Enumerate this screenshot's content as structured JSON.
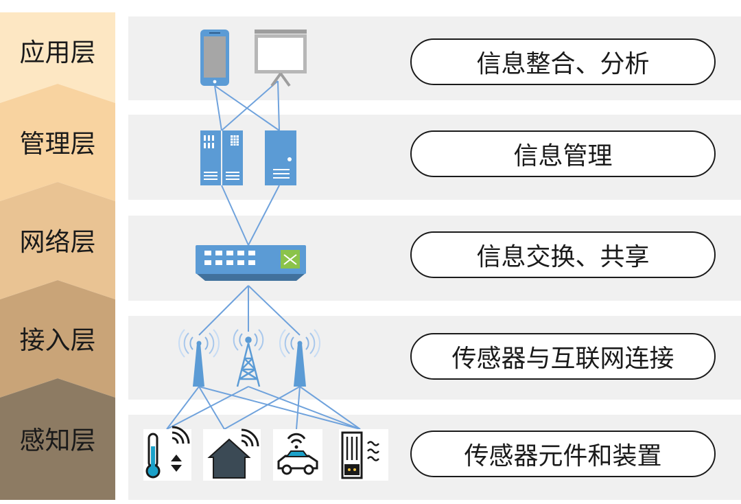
{
  "layers": [
    {
      "label": "应用层",
      "description": "信息整合、分析"
    },
    {
      "label": "管理层",
      "description": "信息管理"
    },
    {
      "label": "网络层",
      "description": "信息交换、共享"
    },
    {
      "label": "接入层",
      "description": "传感器与互联网连接"
    },
    {
      "label": "感知层",
      "description": "传感器元件和装置"
    }
  ],
  "colors": {
    "layer_fills": [
      "#fde7c3",
      "#f8d3a0",
      "#e9c393",
      "#c9a478",
      "#8d7b63"
    ],
    "band": "#f0f0f0",
    "icon_blue": "#5b9bd5",
    "line_blue": "#6fa2dc"
  },
  "icons": {
    "application": [
      "smartphone-icon",
      "projector-screen-icon"
    ],
    "management": [
      "server-rack-icon",
      "server-tower-icon"
    ],
    "network": [
      "network-switch-icon"
    ],
    "access": [
      "antenna-icon",
      "cell-tower-icon",
      "antenna-icon"
    ],
    "perception": [
      "thermometer-sensor-icon",
      "smart-home-icon",
      "connected-car-icon",
      "meter-sensor-icon"
    ]
  }
}
